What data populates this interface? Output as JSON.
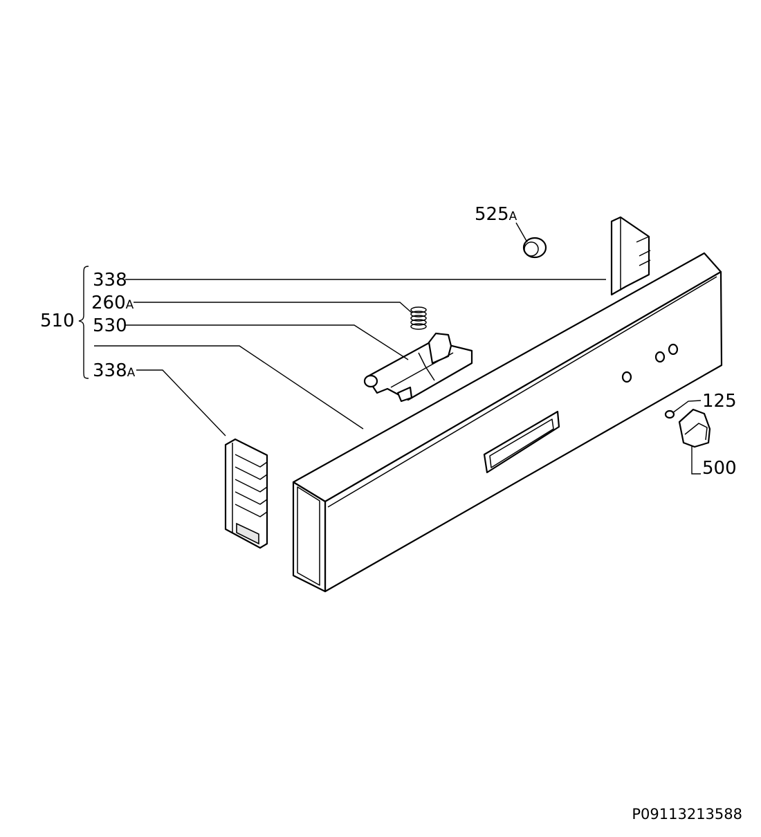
{
  "diagram": {
    "code": "P09113213588",
    "group_label": "510",
    "labels": [
      {
        "id": "525a",
        "num": "525",
        "suffix": "A"
      },
      {
        "id": "338",
        "num": "338",
        "suffix": ""
      },
      {
        "id": "260a",
        "num": "260",
        "suffix": "A"
      },
      {
        "id": "530",
        "num": "530",
        "suffix": ""
      },
      {
        "id": "338a",
        "num": "338",
        "suffix": "A"
      },
      {
        "id": "125",
        "num": "125",
        "suffix": ""
      },
      {
        "id": "500",
        "num": "500",
        "suffix": ""
      }
    ]
  }
}
